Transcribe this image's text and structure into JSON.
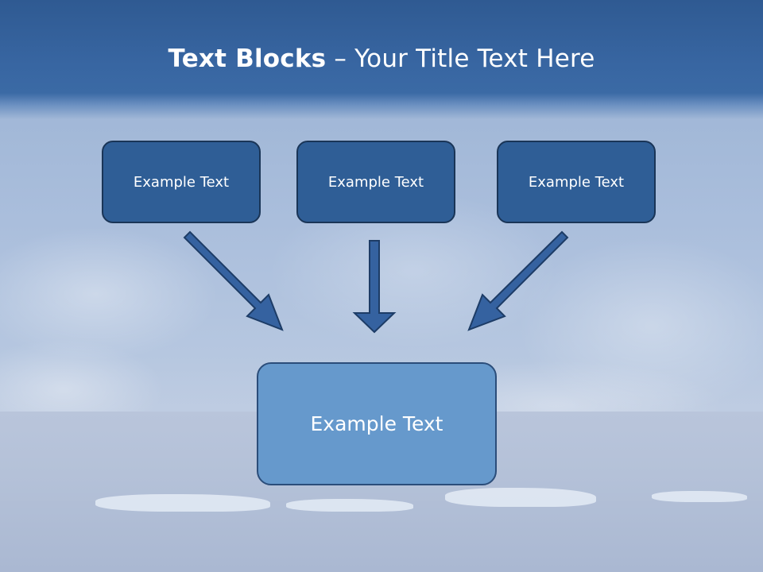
{
  "slide": {
    "title_bold": "Text Blocks",
    "title_rest": " – Your Title Text Here"
  },
  "blocks": {
    "top_left": "Example Text",
    "top_center": "Example Text",
    "top_right": "Example Text",
    "bottom": "Example Text"
  },
  "colors": {
    "header": "#3866a2",
    "top_box_fill": "#2f5e96",
    "top_box_border": "#1a3557",
    "bottom_box_fill": "#6699cc",
    "arrow_fill": "#3562a0",
    "arrow_stroke": "#1d3c66"
  },
  "icons": [
    "arrow-down-right-icon",
    "arrow-down-icon",
    "arrow-down-left-icon"
  ]
}
